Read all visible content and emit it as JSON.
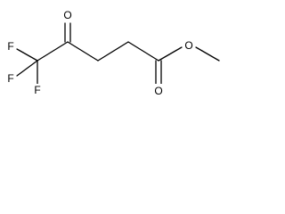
{
  "structure": {
    "atoms": [
      {
        "id": "F1",
        "symbol": "F"
      },
      {
        "id": "F2",
        "symbol": "F"
      },
      {
        "id": "F3",
        "symbol": "F"
      },
      {
        "id": "O_ketone",
        "symbol": "O"
      },
      {
        "id": "O_ester_double",
        "symbol": "O"
      },
      {
        "id": "O_ester_single",
        "symbol": "O"
      }
    ],
    "bond_types": {
      "single": "single",
      "double": "double"
    }
  },
  "colors": {
    "bond": "#000000",
    "label": "#000000",
    "background": "#ffffff"
  }
}
